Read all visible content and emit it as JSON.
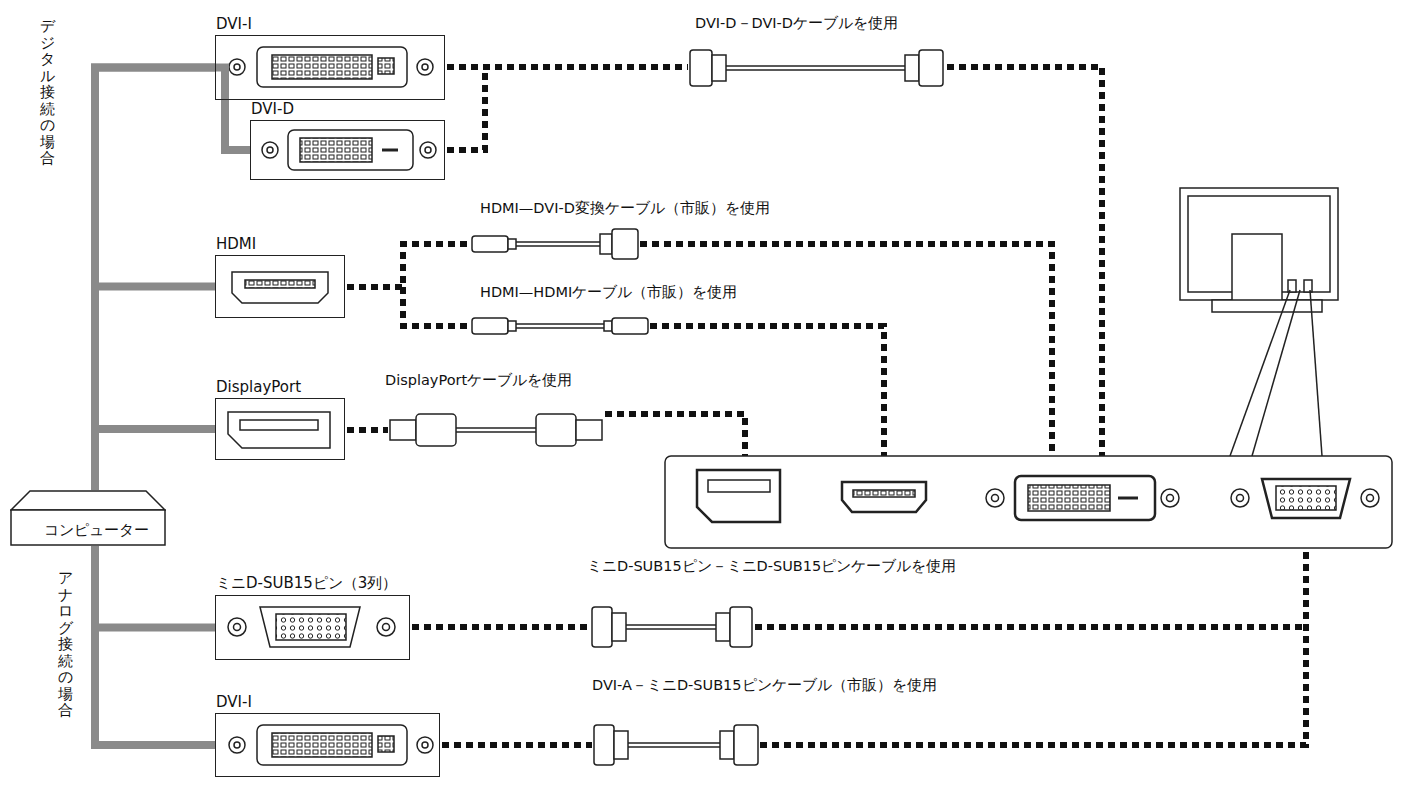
{
  "diagram": {
    "nodes": [
      {
        "text": [
          "DVI-I"
        ]
      },
      {
        "text": [
          "DVI-D"
        ]
      },
      {
        "text": [
          "HDMI"
        ]
      },
      {
        "text": [
          "DisplayPort"
        ]
      },
      {
        "text": [
          "コンピューター"
        ]
      },
      {
        "text": [
          "ミニD-SUB15ピン（3列）"
        ]
      },
      {
        "text": [
          "DVI-I"
        ]
      }
    ],
    "edges": [
      {
        "from": 4,
        "to": 0,
        "arrow": "none"
      },
      {
        "from": 4,
        "to": 1,
        "arrow": "none"
      },
      {
        "from": 4,
        "to": 2,
        "arrow": "none"
      },
      {
        "from": 4,
        "to": 3,
        "arrow": "none"
      },
      {
        "from": 4,
        "to": 5,
        "arrow": "none"
      },
      {
        "from": 4,
        "to": 6,
        "arrow": "none"
      }
    ],
    "labels": [
      "デジタル接続の場合",
      "アナログ接続の場合",
      "DVI-D－DVI-Dケーブルを使用",
      "HDMI—DVI-D変換ケーブル（市販）を使用",
      "HDMI—HDMIケーブル（市販）を使用",
      "DisplayPortケーブルを使用",
      "ミニD-SUB15ピン－ミニD-SUB15ピンケーブルを使用",
      "DVI-A－ミニD-SUB15ピンケーブル（市販）を使用"
    ]
  }
}
